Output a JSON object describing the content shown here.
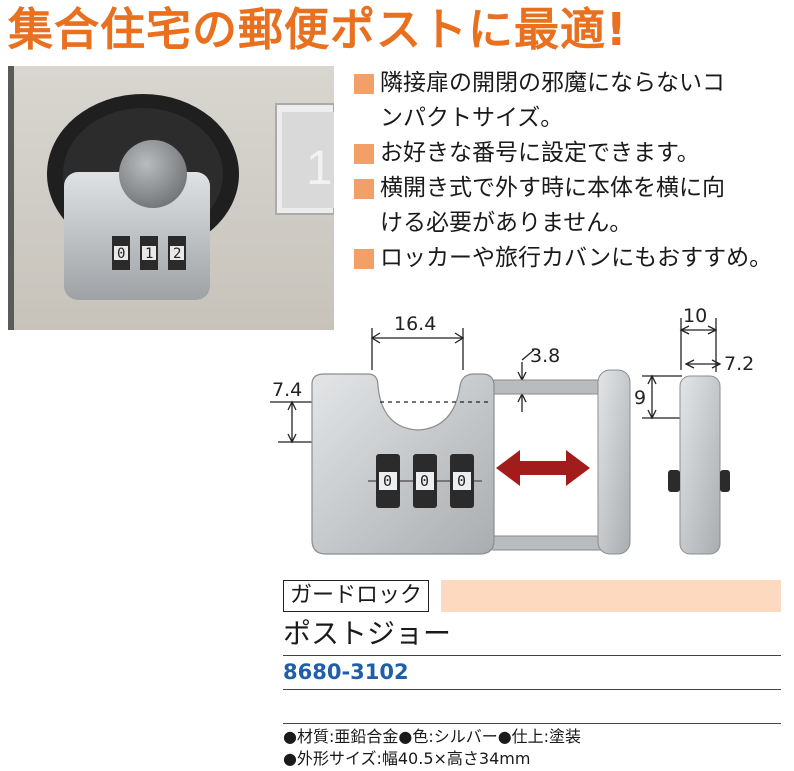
{
  "headline": "集合住宅の郵便ポストに最適!",
  "features": [
    {
      "lines": [
        "隣接扉の開閉の邪魔にならないコ",
        "ンパクトサイズ。"
      ]
    },
    {
      "lines": [
        "お好きな番号に設定できます。"
      ]
    },
    {
      "lines": [
        "横開き式で外す時に本体を横に向",
        "ける必要がありません。"
      ]
    },
    {
      "lines": [
        "ロッカーや旅行カバンにもおすすめ。"
      ]
    }
  ],
  "photo": {
    "dial_digits": [
      "0",
      "1",
      "2"
    ],
    "door_number": "1"
  },
  "diagram": {
    "dim_shackle_opening": "16.4",
    "dim_shackle_diameter": "3.8",
    "dim_depth": "7.4",
    "dim_side_width": "10",
    "dim_side_inner": "7.2",
    "dim_side_height": "9",
    "dial_digits": [
      "0",
      "0",
      "0"
    ],
    "arrow_color": "#a31c1c",
    "body_color": "#c9ccce"
  },
  "product": {
    "brand": "ガードロック",
    "name": "ポストジョー",
    "code": "8680-3102",
    "specs": [
      "●材質:亜鉛合金●色:シルバー●仕上:塗装",
      "●外形サイズ:幅40.5×高さ34mm"
    ]
  },
  "colors": {
    "headline": "#e8701f",
    "bullet": "#f3a068",
    "brand_fill": "#fcd9bf",
    "code": "#1f5fa8"
  }
}
